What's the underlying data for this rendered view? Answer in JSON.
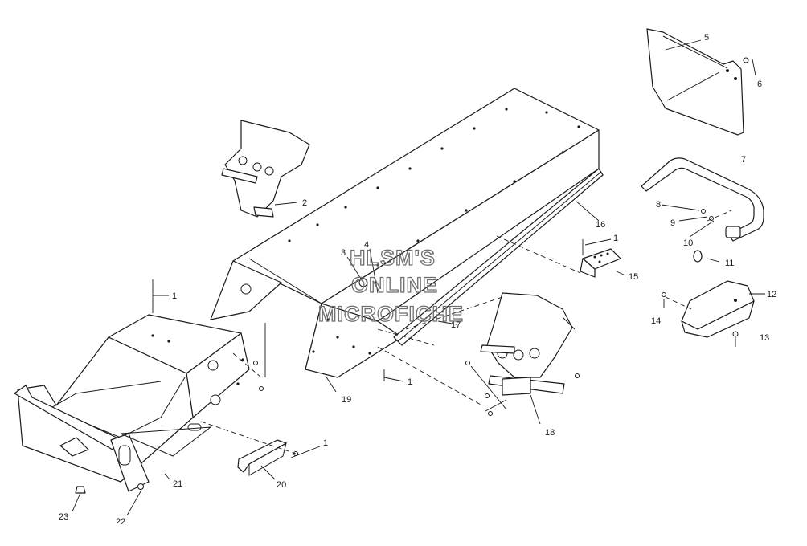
{
  "watermark": [
    "HLSM'S",
    "ONLINE",
    "MICROFICHE"
  ],
  "callouts": [
    "1",
    "2",
    "3",
    "4",
    "5",
    "6",
    "7",
    "8",
    "9",
    "10",
    "11",
    "12",
    "13",
    "14",
    "15",
    "16",
    "17",
    "18",
    "19",
    "20",
    "21",
    "22",
    "23"
  ]
}
